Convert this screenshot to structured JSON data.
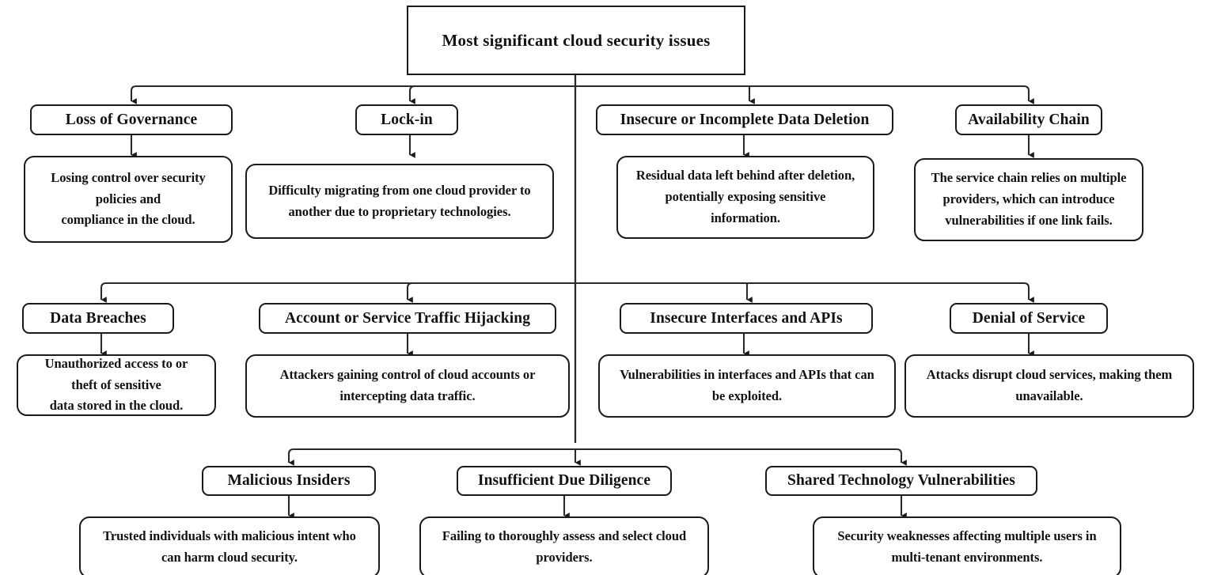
{
  "diagram": {
    "type": "hierarchy-tree",
    "root": {
      "label": "Most significant cloud security issues"
    },
    "branches": [
      {
        "title": "Loss of Governance",
        "description": "Losing control over security policies and compliance in the cloud.",
        "description_lines": [
          "Losing control over security",
          "policies and",
          "compliance in the cloud."
        ]
      },
      {
        "title": "Lock-in",
        "description": "Difficulty migrating from one cloud provider to another due to proprietary technologies.",
        "description_lines": [
          "Difficulty migrating from one cloud provider to",
          "another due to proprietary technologies."
        ]
      },
      {
        "title": "Insecure or Incomplete Data Deletion",
        "description": "Residual data left behind after deletion, potentially exposing sensitive information.",
        "description_lines": [
          "Residual data left behind after deletion,",
          "potentially exposing sensitive",
          "information."
        ]
      },
      {
        "title": "Availability Chain",
        "description": "The service chain relies on multiple providers, which can introduce vulnerabilities if one link fails.",
        "description_lines": [
          "The service chain relies on multiple",
          "providers, which can introduce",
          "vulnerabilities if one link fails."
        ]
      },
      {
        "title": "Data Breaches",
        "description": "Unauthorized access to or theft of sensitive data stored in the cloud.",
        "description_lines": [
          "Unauthorized access to or",
          "theft of sensitive",
          "data stored in the cloud."
        ]
      },
      {
        "title": "Account or Service Traffic Hijacking",
        "description": "Attackers gaining control of cloud accounts or intercepting data traffic.",
        "description_lines": [
          "Attackers gaining control of cloud accounts or",
          "intercepting data traffic."
        ]
      },
      {
        "title": "Insecure Interfaces and APIs",
        "description": "Vulnerabilities in interfaces and APIs that can be exploited.",
        "description_lines": [
          "Vulnerabilities in interfaces and APIs that can",
          "be exploited."
        ]
      },
      {
        "title": "Denial of Service",
        "description": "Attacks disrupt cloud services, making them unavailable.",
        "description_lines": [
          "Attacks disrupt cloud services, making them",
          "unavailable."
        ]
      },
      {
        "title": "Malicious Insiders",
        "description": "Trusted individuals with malicious intent who can harm cloud security.",
        "description_lines": [
          "Trusted individuals with malicious intent who",
          "can harm cloud security."
        ]
      },
      {
        "title": "Insufficient Due Diligence",
        "description": "Failing to thoroughly assess and select cloud providers.",
        "description_lines": [
          "Failing to thoroughly assess and select cloud",
          "providers."
        ]
      },
      {
        "title": "Shared Technology Vulnerabilities",
        "description": "Security weaknesses affecting multiple users in multi-tenant environments.",
        "description_lines": [
          "Security weaknesses affecting multiple users in",
          "multi-tenant environments."
        ]
      }
    ],
    "colors": {
      "background": "#ffffff",
      "box_border": "#1a1a1a",
      "box_fill": "#ffffff",
      "text": "#121212",
      "connector": "#2a2a2a"
    }
  }
}
